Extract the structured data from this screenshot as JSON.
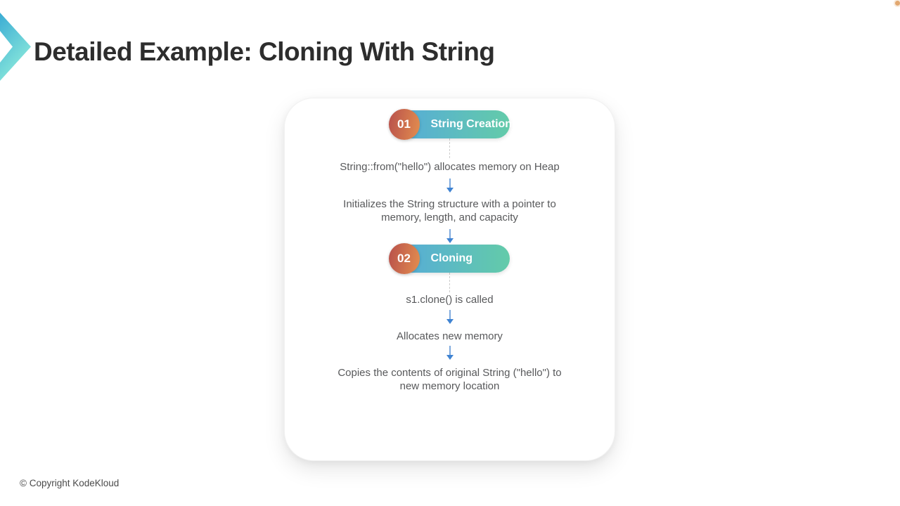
{
  "page": {
    "title": "Detailed Example: Cloning With String",
    "footer": "© Copyright KodeKloud"
  },
  "colors": {
    "pill_gradient_start": "#55a9dc",
    "pill_gradient_end": "#63cba9",
    "badge_gradient_start": "#b8504c",
    "badge_gradient_end": "#e38e4e",
    "arrow_line": "#7ea9dd",
    "arrow_head": "#3f83d2",
    "dashed_connector": "#cccccc",
    "body_text": "#58595b",
    "title_text": "#2d2d2d",
    "chevron_gradient_start": "#3bacd4",
    "chevron_gradient_end": "#8ceadb",
    "corner_dot": "#dd9a58"
  },
  "flow": {
    "steps": [
      {
        "number": "01",
        "label": "String Creation",
        "items": [
          "String::from(\"hello\") allocates memory on Heap",
          "Initializes the String structure with a pointer to memory, length, and capacity"
        ]
      },
      {
        "number": "02",
        "label": "Cloning",
        "items": [
          "s1.clone() is called",
          "Allocates new memory",
          "Copies the contents of original String (\"hello\") to new memory location"
        ]
      }
    ]
  }
}
